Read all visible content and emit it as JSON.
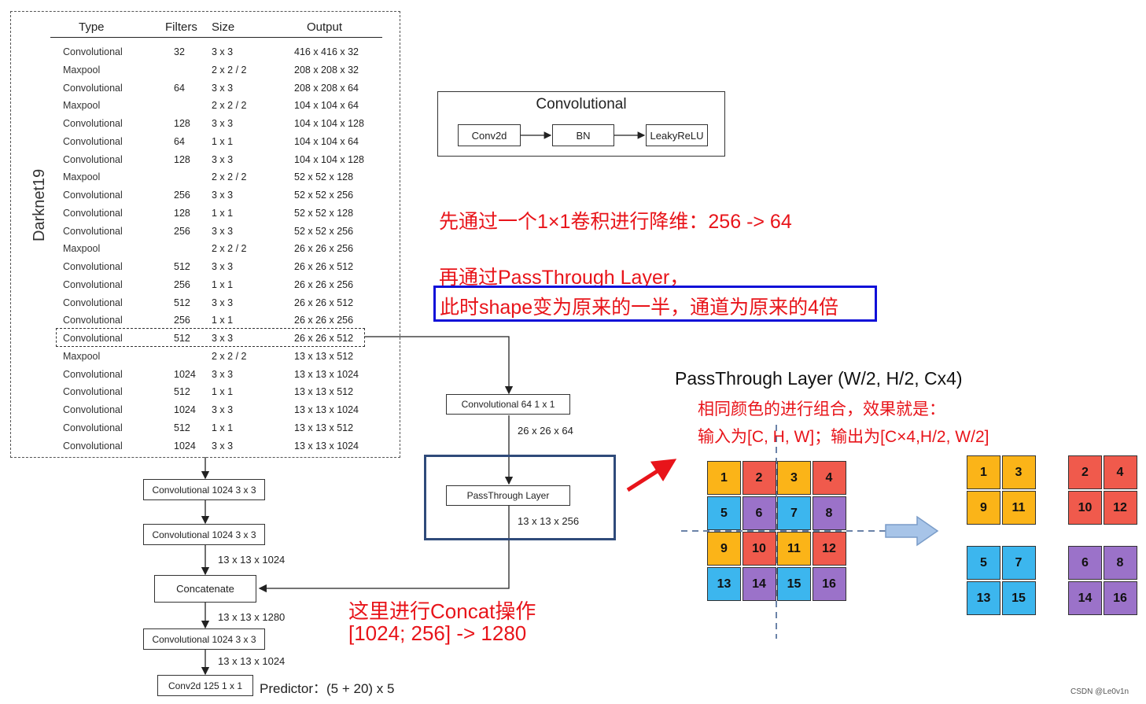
{
  "darknet": {
    "label": "Darknet19",
    "headers": {
      "type": "Type",
      "filters": "Filters",
      "size": "Size",
      "output": "Output"
    },
    "rows": [
      {
        "type": "Convolutional",
        "filters": "32",
        "size": "3 x 3",
        "output": "416 x 416 x 32"
      },
      {
        "type": "Maxpool",
        "filters": "",
        "size": "2 x 2 / 2",
        "output": "208 x 208 x 32"
      },
      {
        "type": "Convolutional",
        "filters": "64",
        "size": "3 x 3",
        "output": "208 x 208 x 64"
      },
      {
        "type": "Maxpool",
        "filters": "",
        "size": "2 x 2 / 2",
        "output": "104 x 104 x 64"
      },
      {
        "type": "Convolutional",
        "filters": "128",
        "size": "3 x 3",
        "output": "104 x 104 x 128"
      },
      {
        "type": "Convolutional",
        "filters": "64",
        "size": "1 x 1",
        "output": "104 x 104 x 64"
      },
      {
        "type": "Convolutional",
        "filters": "128",
        "size": "3 x 3",
        "output": "104 x 104 x 128"
      },
      {
        "type": "Maxpool",
        "filters": "",
        "size": "2 x 2 / 2",
        "output": "52 x 52 x 128"
      },
      {
        "type": "Convolutional",
        "filters": "256",
        "size": "3 x 3",
        "output": "52 x 52 x 256"
      },
      {
        "type": "Convolutional",
        "filters": "128",
        "size": "1 x 1",
        "output": "52 x 52 x 128"
      },
      {
        "type": "Convolutional",
        "filters": "256",
        "size": "3 x 3",
        "output": "52 x 52 x 256"
      },
      {
        "type": "Maxpool",
        "filters": "",
        "size": "2 x 2 / 2",
        "output": "26 x 26 x 256"
      },
      {
        "type": "Convolutional",
        "filters": "512",
        "size": "3 x 3",
        "output": "26 x 26 x 512"
      },
      {
        "type": "Convolutional",
        "filters": "256",
        "size": "1 x 1",
        "output": "26 x 26 x 256"
      },
      {
        "type": "Convolutional",
        "filters": "512",
        "size": "3 x 3",
        "output": "26 x 26 x 512"
      },
      {
        "type": "Convolutional",
        "filters": "256",
        "size": "1 x 1",
        "output": "26 x 26 x 256"
      },
      {
        "type": "Convolutional",
        "filters": "512",
        "size": "3 x 3",
        "output": "26 x 26 x 512"
      },
      {
        "type": "Maxpool",
        "filters": "",
        "size": "2 x 2 / 2",
        "output": "13 x 13 x 512"
      },
      {
        "type": "Convolutional",
        "filters": "1024",
        "size": "3 x 3",
        "output": "13 x 13 x 1024"
      },
      {
        "type": "Convolutional",
        "filters": "512",
        "size": "1 x 1",
        "output": "13 x 13 x 512"
      },
      {
        "type": "Convolutional",
        "filters": "1024",
        "size": "3 x 3",
        "output": "13 x 13 x 1024"
      },
      {
        "type": "Convolutional",
        "filters": "512",
        "size": "1 x 1",
        "output": "13 x 13 x 512"
      },
      {
        "type": "Convolutional",
        "filters": "1024",
        "size": "3 x 3",
        "output": "13 x 13 x 1024"
      }
    ]
  },
  "conv_block": {
    "title": "Convolutional",
    "steps": [
      "Conv2d",
      "BN",
      "LeakyReLU"
    ]
  },
  "annotations": {
    "reduce": "先通过一个1×1卷积进行降维：256 -> 64",
    "pass_line1": "再通过PassThrough Layer，",
    "pass_line2": "此时shape变为原来的一半，通道为原来的4倍",
    "concat_line1": "这里进行Concat操作",
    "concat_line2": "[1024; 256] -> 1280"
  },
  "branch": {
    "conv_box": "Convolutional  64    1 x 1",
    "conv_out": "26 x 26 x 64",
    "pass_box": "PassThrough Layer",
    "pass_out": "13 x 13 x 256"
  },
  "main_path": {
    "conv1": "Convolutional   1024   3 x 3",
    "conv2": "Convolutional   1024   3 x 3",
    "out1": "13 x 13 x 1024",
    "concat": "Concatenate",
    "out2": "13 x 13 x 1280",
    "conv3": "Convolutional   1024   3 x 3",
    "out3": "13 x 13 x 1024",
    "final": "Conv2d    125    1 x 1",
    "predictor": "Predictor：(5 + 20) x 5"
  },
  "passthrough": {
    "title": "PassThrough Layer (W/2, H/2, Cx4)",
    "desc1": "相同颜色的进行组合，效果就是：",
    "desc2": "输入为[C, H, W]；输出为[C×4,H/2, W/2]",
    "grid": [
      {
        "n": "1",
        "c": "or"
      },
      {
        "n": "2",
        "c": "rd"
      },
      {
        "n": "3",
        "c": "or"
      },
      {
        "n": "4",
        "c": "rd"
      },
      {
        "n": "5",
        "c": "bl"
      },
      {
        "n": "6",
        "c": "pu"
      },
      {
        "n": "7",
        "c": "bl"
      },
      {
        "n": "8",
        "c": "pu"
      },
      {
        "n": "9",
        "c": "or"
      },
      {
        "n": "10",
        "c": "rd"
      },
      {
        "n": "11",
        "c": "or"
      },
      {
        "n": "12",
        "c": "rd"
      },
      {
        "n": "13",
        "c": "bl"
      },
      {
        "n": "14",
        "c": "pu"
      },
      {
        "n": "15",
        "c": "bl"
      },
      {
        "n": "16",
        "c": "pu"
      }
    ],
    "outputs": [
      {
        "c": "or",
        "nums": [
          "1",
          "3",
          "9",
          "11"
        ]
      },
      {
        "c": "rd",
        "nums": [
          "2",
          "4",
          "10",
          "12"
        ]
      },
      {
        "c": "bl",
        "nums": [
          "5",
          "7",
          "13",
          "15"
        ]
      },
      {
        "c": "pu",
        "nums": [
          "6",
          "8",
          "14",
          "16"
        ]
      }
    ]
  },
  "watermark": "CSDN @Le0v1n",
  "colors": {
    "red_text": "#e8141a",
    "blue_frame": "#1010d8",
    "navy_frame": "#2f4a7a",
    "orange": "#fbb418",
    "red": "#f05a4c",
    "blue": "#3cb6ee",
    "purple": "#9b72c9"
  }
}
